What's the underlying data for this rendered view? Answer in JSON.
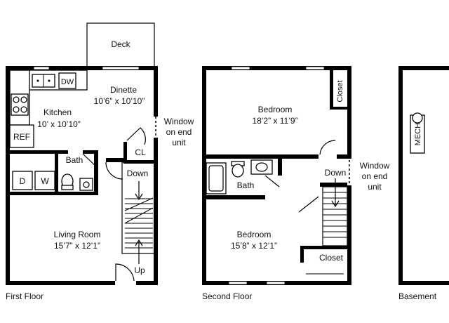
{
  "first_floor": {
    "caption": "First Floor",
    "deck": "Deck",
    "dishwasher": "DW",
    "dinette_name": "Dinette",
    "dinette_dims": "10’6” x 10’10”",
    "kitchen_name": "Kitchen",
    "kitchen_dims": "10’ x 10’10”",
    "window_note": [
      "Window",
      "on end",
      "unit"
    ],
    "ref": "REF",
    "closet": "CL",
    "bath": "Bath",
    "washer_dryer": [
      "D",
      "W"
    ],
    "down": "Down",
    "living_name": "Living Room",
    "living_dims": "15’7” x 12’1”",
    "up": "Up"
  },
  "second_floor": {
    "caption": "Second Floor",
    "bedroom1_name": "Bedroom",
    "bedroom1_dims": "18’2” x 11’9”",
    "closet_top": "Closet",
    "bath": "Bath",
    "down": "Down",
    "window_note": [
      "Window",
      "on end",
      "unit"
    ],
    "bedroom2_name": "Bedroom",
    "bedroom2_dims": "15’8” x 12’1”",
    "closet_bottom": "Closet"
  },
  "basement": {
    "caption": "Basement",
    "mech": "MECH"
  }
}
